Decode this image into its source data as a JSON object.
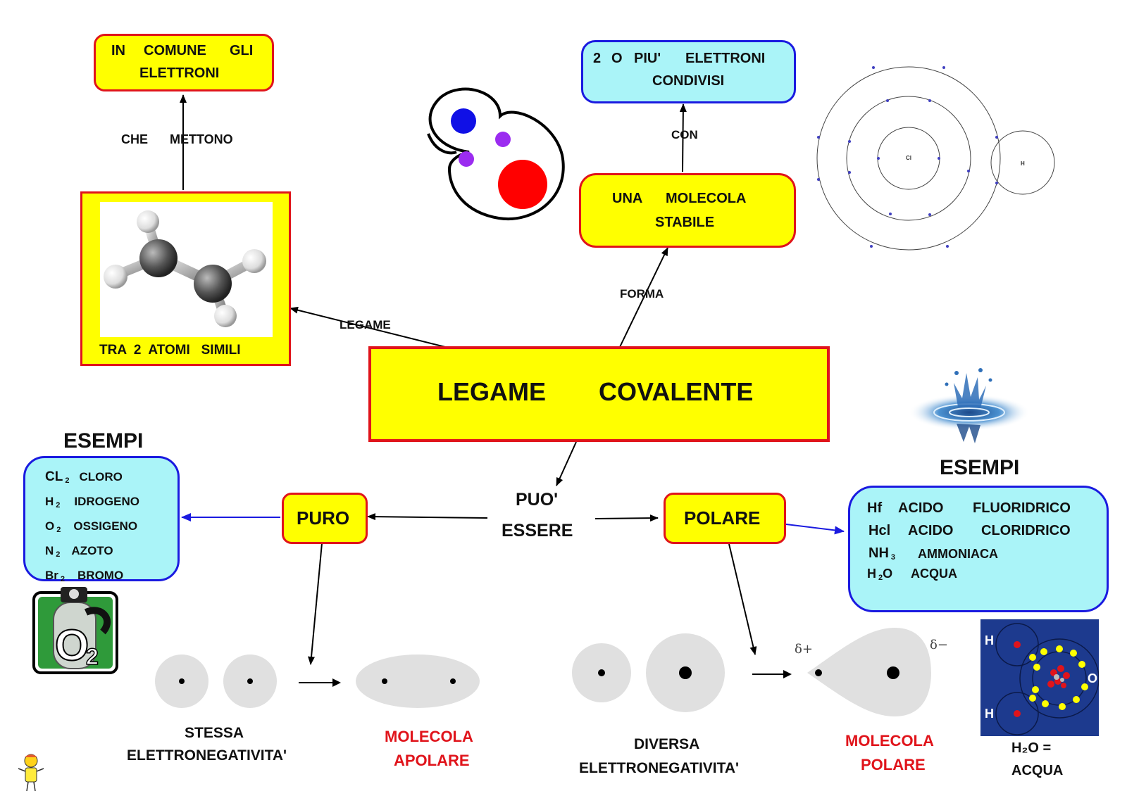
{
  "main": {
    "word1": "LEGAME",
    "word2": "COVALENTE"
  },
  "top_left": {
    "box_line1_a": "IN",
    "box_line1_b": "COMUNE",
    "box_line1_c": "GLI",
    "box_line2": "ELETTRONI",
    "arrow_label_a": "CHE",
    "arrow_label_b": "METTONO",
    "image_caption": "TRA  2  ATOMI   SIMILI",
    "link_label": "LEGAME"
  },
  "top_right": {
    "forma_label": "FORMA",
    "molecule_line1_a": "UNA",
    "molecule_line1_b": "MOLECOLA",
    "molecule_line2": "STABILE",
    "con_label": "CON",
    "electrons_line1_a": "2",
    "electrons_line1_b": "O",
    "electrons_line1_c": "PIU'",
    "electrons_line1_d": "ELETTRONI",
    "electrons_line2": "CONDIVISI",
    "atom_cl": "Cl",
    "atom_h": "H"
  },
  "center": {
    "puo": "PUO'",
    "essere": "ESSERE"
  },
  "left_branch": {
    "node": "PURO",
    "examples_title": "ESEMPI",
    "examples": [
      {
        "formula": "CL",
        "sub": "2",
        "name": "CLORO"
      },
      {
        "formula": "H",
        "sub": "2",
        "name": "IDROGENO"
      },
      {
        "formula": "O",
        "sub": "2",
        "name": "OSSIGENO"
      },
      {
        "formula": "N",
        "sub": "2",
        "name": "AZOTO"
      },
      {
        "formula": "Br",
        "sub": "2",
        "name": "BROMO"
      }
    ],
    "caption1": "STESSA",
    "caption2": "ELETTRONEGATIVITA'",
    "result1": "MOLECOLA",
    "result2": "APOLARE"
  },
  "right_branch": {
    "node": "POLARE",
    "examples_title": "ESEMPI",
    "examples": [
      {
        "formula": "Hf",
        "sub": "",
        "name_a": "ACIDO",
        "name_b": "FLUORIDRICO"
      },
      {
        "formula": "Hcl",
        "sub": "",
        "name_a": "ACIDO",
        "name_b": "CLORIDRICO"
      },
      {
        "formula": "NH",
        "sub": "3",
        "name_a": "AMMONIACA",
        "name_b": ""
      },
      {
        "formula": "H",
        "sub": "2",
        "formula_tail": "O",
        "name_a": "ACQUA",
        "name_b": ""
      }
    ],
    "caption1": "DIVERSA",
    "caption2": "ELETTRONEGATIVITA'",
    "result1": "MOLECOLA",
    "result2": "POLARE",
    "delta_plus": "δ+",
    "delta_minus": "δ−",
    "water_h_top": "H",
    "water_h_bottom": "H",
    "water_o": "O",
    "water_caption1": "H₂O =",
    "water_caption2": "ACQUA"
  },
  "colors": {
    "yellow": "#ffff00",
    "red": "#e0141b",
    "cyan": "#aaf4f8",
    "blue": "#1a1ae0"
  }
}
